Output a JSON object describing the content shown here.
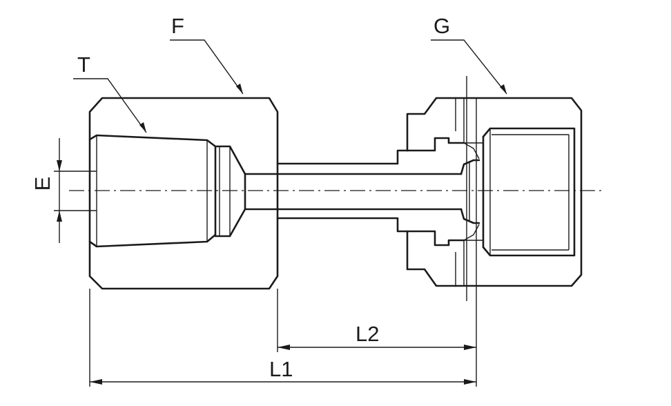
{
  "labels": {
    "F": "F",
    "G": "G",
    "T": "T",
    "E": "E",
    "L1": "L1",
    "L2": "L2"
  }
}
